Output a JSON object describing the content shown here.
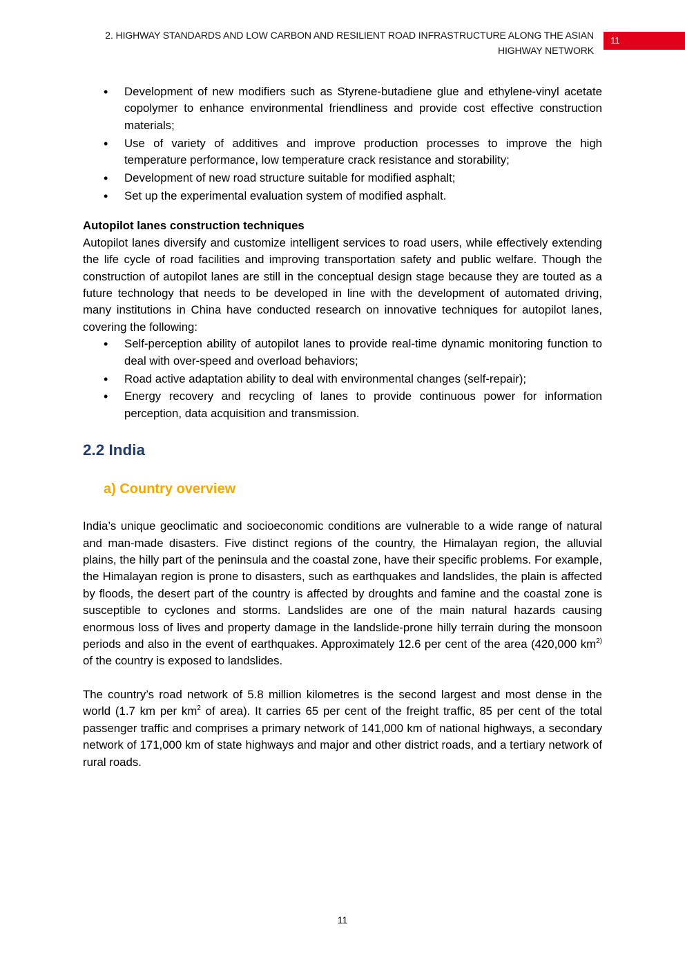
{
  "header": {
    "running_line1": "2.  HIGHWAY STANDARDS AND LOW CARBON AND RESILIENT ROAD INFRASTRUCTURE ALONG THE ASIAN",
    "running_line2": "HIGHWAY NETWORK",
    "page_badge": "11",
    "badge_color": "#e2001a"
  },
  "bullets_top": [
    "Development of new modifiers such as Styrene-butadiene glue and ethylene-vinyl acetate copolymer to enhance environmental friendliness and provide cost effective construction materials;",
    "Use of variety of additives and improve production processes to improve the high temperature performance, low temperature crack resistance and storability;",
    "Development of new road structure suitable for modified asphalt;",
    "Set up the experimental evaluation system of modified asphalt."
  ],
  "autopilot": {
    "heading": "Autopilot lanes construction techniques",
    "paragraph": "Autopilot lanes diversify and customize intelligent services to road users, while effectively extending the life cycle of road facilities and improving transportation safety and public welfare. Though the construction of autopilot lanes are still in the conceptual design stage because they are touted as a future technology that needs to be developed in line with the development of automated driving, many institutions in China have conducted research on innovative techniques for autopilot lanes, covering the following:",
    "bullets": [
      "Self-perception ability of autopilot lanes to provide real-time dynamic monitoring function to deal with over-speed and overload behaviors;",
      "Road active adaptation ability to deal with environmental changes (self-repair);",
      "Energy recovery and recycling of lanes to provide continuous power for information perception, data acquisition and transmission."
    ]
  },
  "section": {
    "title": "2.2 India",
    "title_color": "#1f3b6e",
    "subtitle": "a)  Country overview",
    "subtitle_color": "#f2a900"
  },
  "overview": {
    "p1_main": "India’s unique geoclimatic and socioeconomic conditions are vulnerable to a wide range of natural and man-made disasters.  Five distinct regions of the country, the Himalayan region, the alluvial plains, the hilly part of the peninsula and the coastal zone, have their specific problems. For example, the Himalayan region is prone to disasters, such as earthquakes and landslides, the plain is affected by floods, the desert part of the country is affected by droughts and famine and the coastal zone is susceptible to cyclones and storms. Landslides are one of the main natural hazards causing enormous loss of lives and property damage in the landslide-prone hilly terrain during the monsoon periods and also in the event of earthquakes. Approximately 12.6 per cent of the area (420,000 km",
    "p1_sup": "2)",
    "p1_end": " of the country is exposed to landslides.",
    "p2_start": "The country’s road network of 5.8 million kilometres is the second largest and most dense in the world (1.7 km per km",
    "p2_sup": "2",
    "p2_end": " of area). It carries 65 per cent of the freight traffic, 85 per cent of the total passenger traffic and comprises a primary network of 141,000 km of national highways, a secondary network of 171,000 km of state highways and major and other district roads, and a tertiary network of rural roads."
  },
  "footer": {
    "page_number": "11"
  }
}
